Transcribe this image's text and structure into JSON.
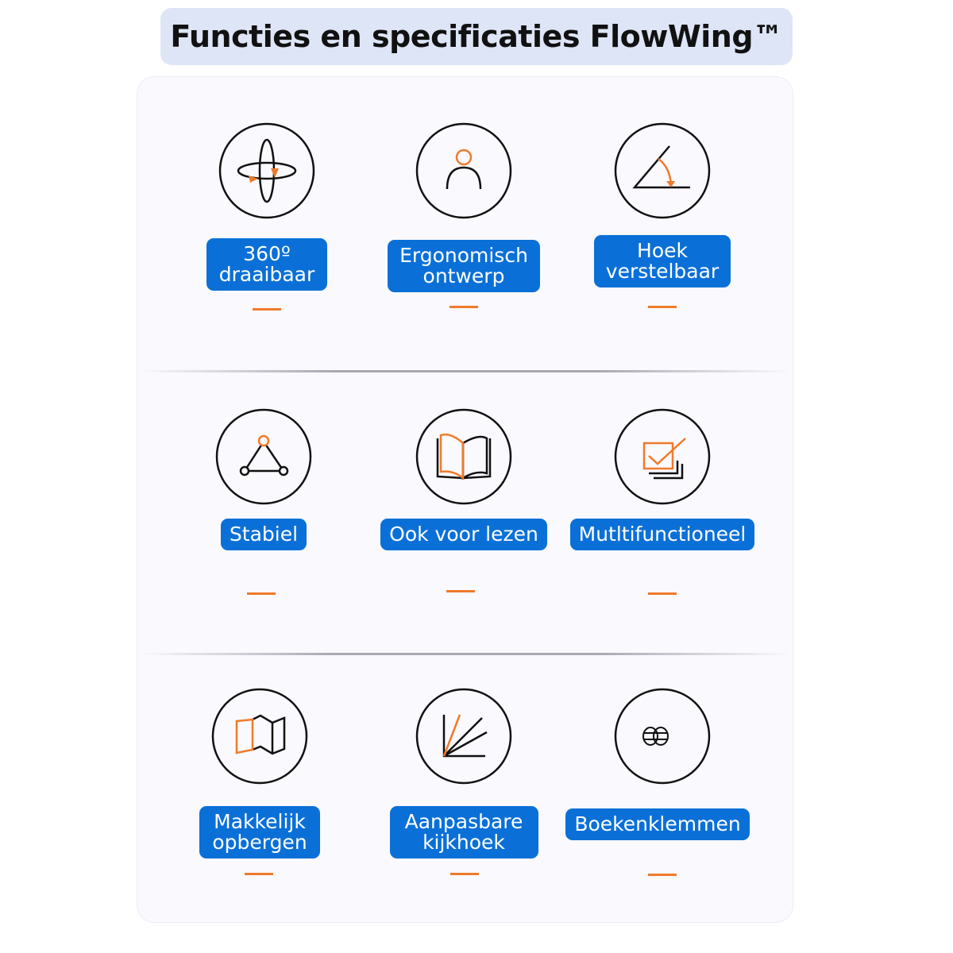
{
  "title": "Functies en specificaties FlowWing™",
  "features": [
    {
      "label": "360º draaibaar",
      "icon": "rotate-360-icon"
    },
    {
      "label": "Ergonomisch ontwerp",
      "icon": "person-icon"
    },
    {
      "label": "Hoek verstelbaar",
      "icon": "angle-icon"
    },
    {
      "label": "Stabiel",
      "icon": "triangle-stable-icon"
    },
    {
      "label": "Ook voor lezen",
      "icon": "open-book-icon"
    },
    {
      "label": "Mutltifunctioneel",
      "icon": "multifunction-checkbox-icon"
    },
    {
      "label": "Makkelijk opbergen",
      "icon": "folded-map-icon"
    },
    {
      "label": "Aanpasbare kijkhoek",
      "icon": "viewing-angle-icon"
    },
    {
      "label": "Boekenklemmen",
      "icon": "book-clips-icon"
    }
  ],
  "colors": {
    "accent_blue": "#0a70d8",
    "accent_orange": "#f07a2a",
    "title_bg": "#dde5f6"
  }
}
